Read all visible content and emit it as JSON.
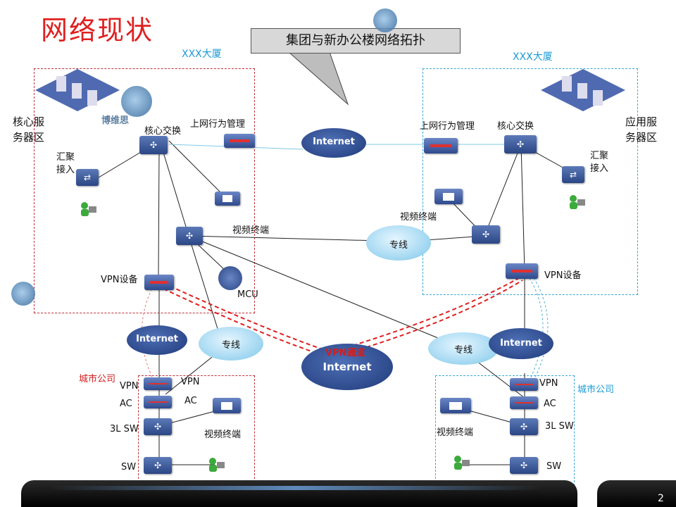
{
  "title": "网络现状",
  "callout": "集团与新办公楼网络拓扑",
  "buildings": {
    "left": "XXX大厦",
    "right": "XXX大厦"
  },
  "zones": {
    "core_server": "核心服\n务器区",
    "app_server": "应用服\n务器区",
    "city_company_left": "城市公司",
    "city_company_right": "城市公司"
  },
  "left_building": {
    "core_switch": "核心交换",
    "behavior_mgmt": "上网行为管理",
    "aggregation": "汇聚\n接入",
    "video_terminal": "视频终端",
    "vpn_device": "VPN设备",
    "mcu": "MCU"
  },
  "right_building": {
    "core_switch": "核心交换",
    "behavior_mgmt": "上网行为管理",
    "aggregation": "汇聚\n接入",
    "video_terminal": "视频终端",
    "vpn_device": "VPN设备"
  },
  "clouds": {
    "internet_top": "Internet",
    "private_line_mid": "专线",
    "internet_left": "Internet",
    "private_line_left": "专线",
    "internet_center": "Internet",
    "vpn_channel": "VPN通道",
    "private_line_right": "专线",
    "internet_right": "Internet"
  },
  "left_branch": {
    "vpn": "VPN",
    "vpn2": "VPN",
    "ac": "AC",
    "ac2": "AC",
    "l3sw": "3L SW",
    "sw": "SW",
    "video_terminal": "视频终端"
  },
  "right_branch": {
    "vpn": "VPN",
    "ac": "AC",
    "l3sw": "3L SW",
    "sw": "SW",
    "video_terminal": "视频终端"
  },
  "logo_text": "博维思",
  "page_number": "2",
  "colors": {
    "title": "#e02020",
    "device_blue": "#2b4684",
    "vpn_dash": "#e02020",
    "zone_red": "#c0303a",
    "zone_blue": "#3aa6d6"
  }
}
